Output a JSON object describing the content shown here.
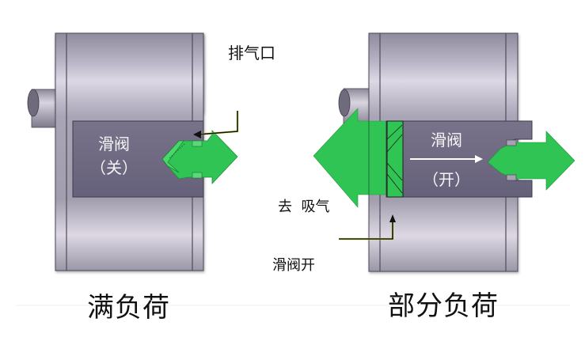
{
  "diagram": {
    "subject": "screw compressor slide valve capacity control",
    "colors": {
      "background": "#ffffff",
      "casing": "#a7a3b3",
      "casing_highlight": "#e4e0ea",
      "casing_edge": "#3a3844",
      "slide_valve": "#6f6a7a",
      "flow_arrow": "#2fc453",
      "flow_arrow_dark": "#1e8f3a",
      "leader_line": "#111111",
      "leader_line_glow": "#d6e84a",
      "inner_text": "#f4f4f6",
      "label_text": "#111111"
    },
    "panels": [
      {
        "id": "full-load",
        "caption": "满负荷",
        "valve_label": "滑阀",
        "valve_state": "（关）",
        "callouts": [
          {
            "text": "排气口",
            "target": "discharge-port"
          }
        ]
      },
      {
        "id": "partial-load",
        "caption": "部分负荷",
        "valve_label": "滑阀",
        "valve_state": "（开）",
        "callouts": [
          {
            "text": "去  吸气",
            "target": "bypass-to-suction"
          },
          {
            "text": "滑阀开",
            "target": "slide-valve-opening"
          }
        ]
      }
    ]
  }
}
